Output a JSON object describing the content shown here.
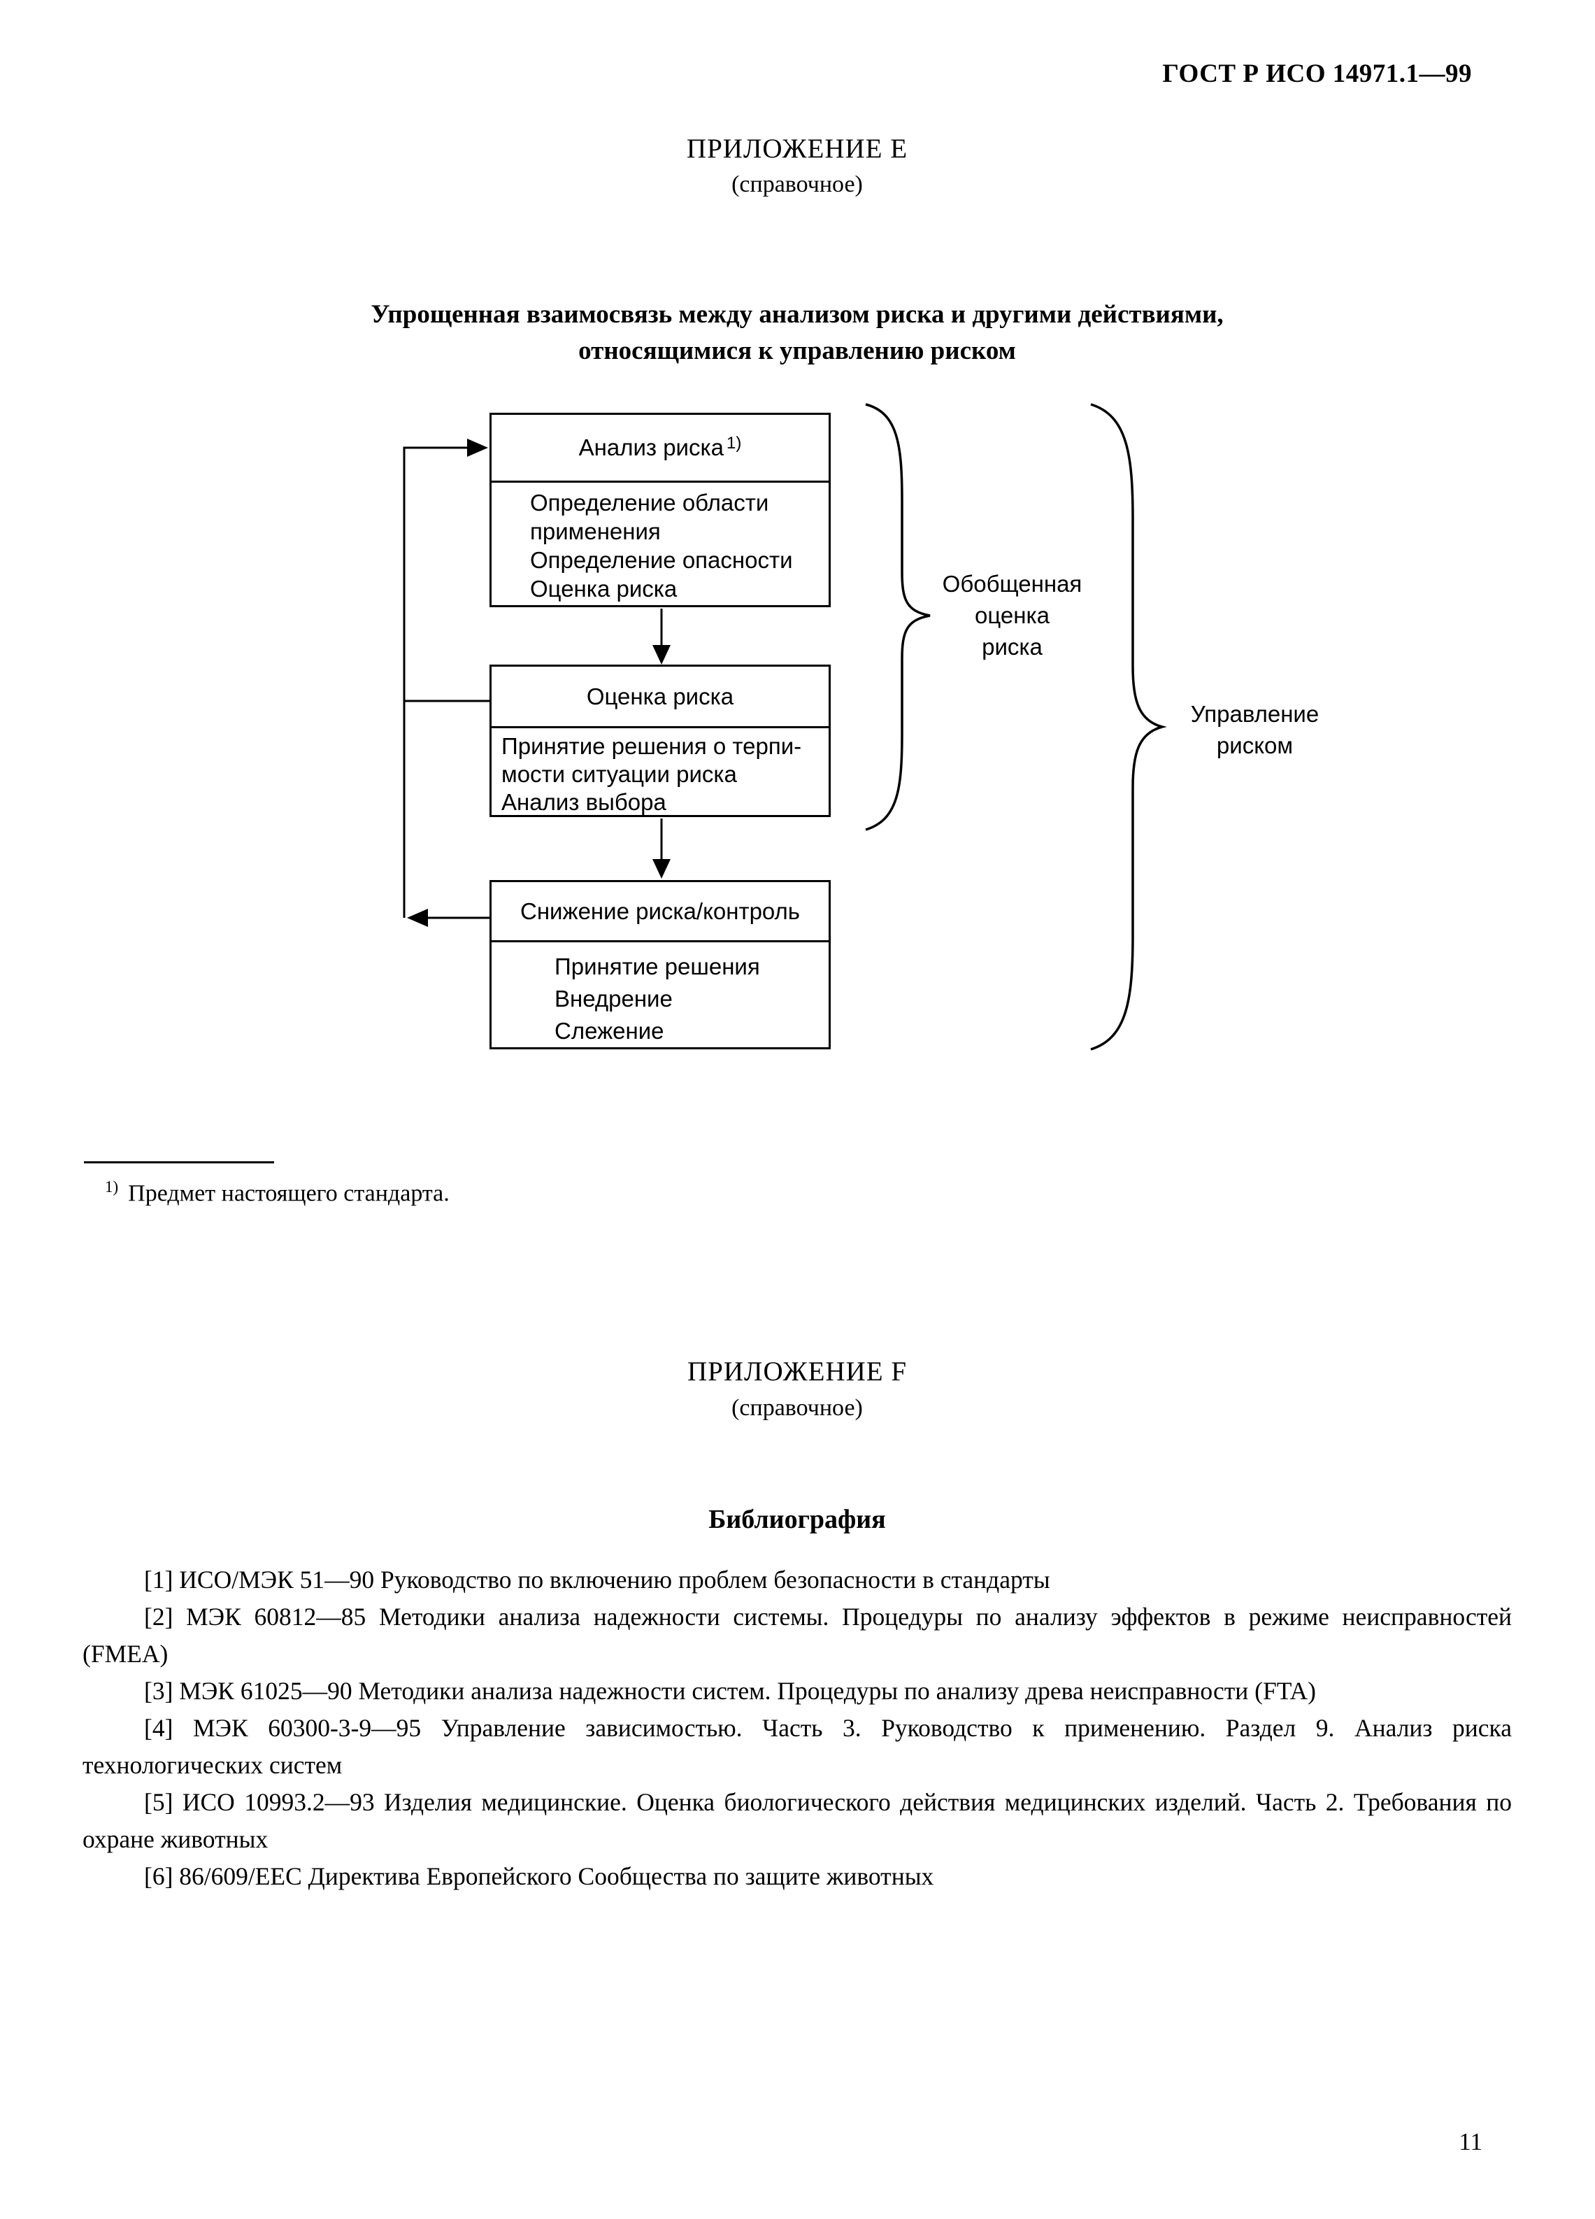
{
  "page": {
    "header": "ГОСТ Р ИСО 14971.1—99",
    "page_number": "11"
  },
  "appendix_e": {
    "title": "ПРИЛОЖЕНИЕ Е",
    "subtitle": "(справочное)",
    "heading_line1": "Упрощенная взаимосвязь между анализом риска и другими действиями,",
    "heading_line2": "относящимися к управлению риском"
  },
  "diagram": {
    "box1": {
      "title": "Анализ риска",
      "title_sup": "1)",
      "lines": [
        "Определение области",
        "применения",
        "Определение опасности",
        "Оценка риска"
      ]
    },
    "box2": {
      "title": "Оценка риска",
      "lines": [
        "Принятие решения о терпи-",
        "мости ситуации риска",
        "Анализ выбора"
      ]
    },
    "box3": {
      "title": "Снижение риска/контроль",
      "lines": [
        "Принятие решения",
        "Внедрение",
        "Слежение"
      ]
    },
    "brace1_label_lines": [
      "Обобщенная",
      "оценка",
      "риска"
    ],
    "brace2_label_lines": [
      "Управление",
      "риском"
    ]
  },
  "footnote": {
    "marker": "1)",
    "text": "Предмет настоящего стандарта."
  },
  "appendix_f": {
    "title": "ПРИЛОЖЕНИЕ F",
    "subtitle": "(справочное)",
    "heading": "Библиография"
  },
  "bibliography": [
    "[1] ИСО/МЭК 51—90 Руководство по включению проблем безопасности в стандарты",
    "[2] МЭК 60812—85 Методики анализа надежности системы. Процедуры по анализу эффектов в режиме неисправностей (FMEA)",
    "[3] МЭК 61025—90 Методики анализа надежности систем. Процедуры по анализу древа неисправности (FTA)",
    "[4] МЭК 60300-3-9—95 Управление зависимостью. Часть 3. Руководство к применению. Раздел 9. Анализ риска технологических систем",
    "[5] ИСО 10993.2—93 Изделия медицинские. Оценка биологического действия медицинских изделий. Часть 2. Требования по охране животных",
    "[6] 86/609/EEC Директива Европейского Сообщества по защите животных"
  ]
}
